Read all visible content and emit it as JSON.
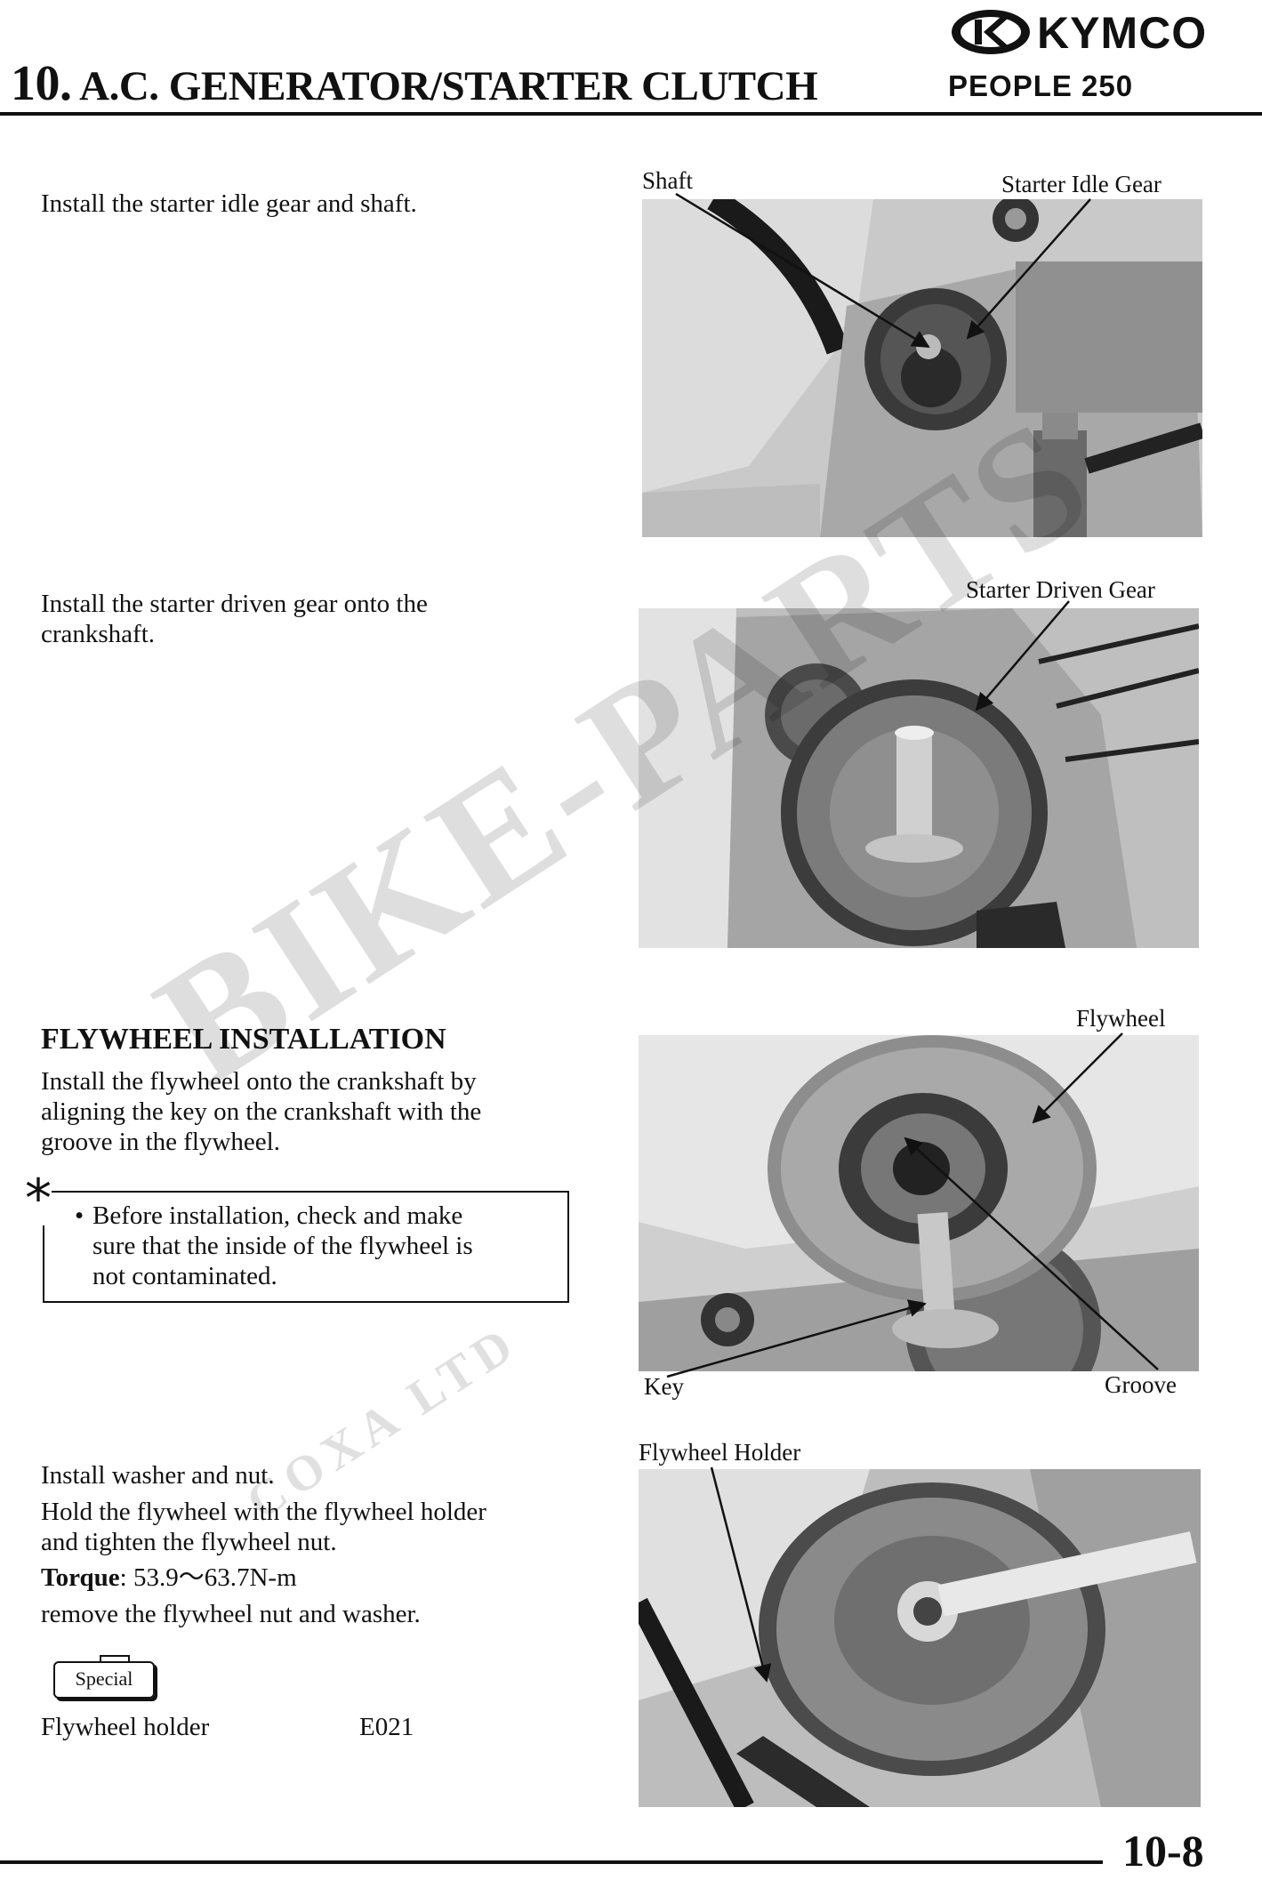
{
  "header": {
    "chapter_number": "10.",
    "chapter_title": "A.C. GENERATOR/STARTER CLUTCH",
    "brand": "KYMCO",
    "model": "PEOPLE 250"
  },
  "steps": {
    "idle_gear": "Install the starter idle gear and shaft.",
    "driven_gear_line1": "Install the starter driven gear onto the",
    "driven_gear_line2": "crankshaft."
  },
  "flywheel_section": {
    "title": "FLYWHEEL INSTALLATION",
    "line1": "Install the flywheel onto the crankshaft by",
    "line2": "aligning the key on the crankshaft with the",
    "line3": "groove in the flywheel."
  },
  "caution": {
    "symbol": "*",
    "bullet": "•",
    "line1": "Before installation, check and make",
    "line2": "sure that the inside of the flywheel is",
    "line3": "not contaminated."
  },
  "nut_step": {
    "line1": "Install washer and nut.",
    "line2": "Hold the flywheel with the flywheel holder",
    "line3": "and tighten the flywheel nut.",
    "torque_label": "Torque",
    "torque_value": ": 53.9～63.7N-m",
    "line5": "remove the flywheel nut and washer."
  },
  "special_tool": {
    "badge": "Special",
    "name": "Flywheel holder",
    "code": "E021"
  },
  "figure_labels": {
    "shaft": "Shaft",
    "starter_idle_gear": "Starter Idle Gear",
    "starter_driven_gear": "Starter Driven Gear",
    "flywheel": "Flywheel",
    "key": "Key",
    "groove": "Groove",
    "flywheel_holder": "Flywheel Holder"
  },
  "watermark": {
    "main": "BIKE-PARTS",
    "sub": "COXA LTD"
  },
  "footer": {
    "page": "10-8"
  }
}
